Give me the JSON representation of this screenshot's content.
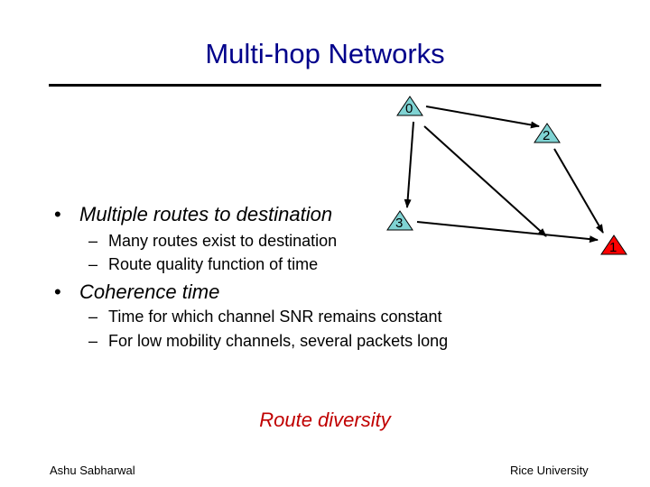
{
  "slide": {
    "title": "Multi-hop Networks",
    "bullets": [
      {
        "text": "Multiple routes to destination",
        "subs": [
          "Many routes exist to destination",
          "Route quality function of time"
        ]
      },
      {
        "text": "Coherence time",
        "subs": [
          "Time for which channel SNR remains constant",
          "For low mobility channels, several packets long"
        ]
      }
    ],
    "bullet_glyph": "•",
    "dash_glyph": "–",
    "caption": "Route diversity",
    "footer_left": "Ashu Sabharwal",
    "footer_right": "Rice University"
  },
  "network": {
    "nodes": [
      {
        "label": "0",
        "color": "#7fd3d3"
      },
      {
        "label": "2",
        "color": "#7fd3d3"
      },
      {
        "label": "3",
        "color": "#7fd3d3"
      },
      {
        "label": "1",
        "color": "#ff0000"
      }
    ],
    "caption_color": "#c00000",
    "title_color": "#00008b"
  }
}
